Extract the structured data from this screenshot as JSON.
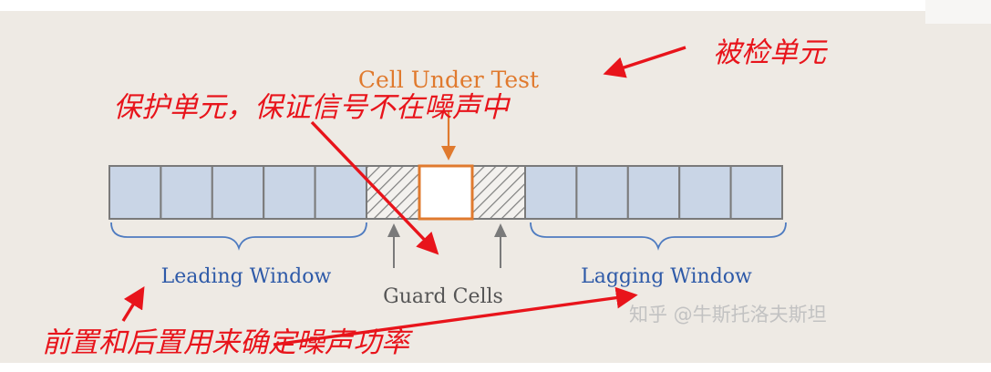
{
  "diagram": {
    "cut_label": "Cell Under Test",
    "leading_label": "Leading Window",
    "guard_label": "Guard Cells",
    "lagging_label": "Lagging Window",
    "watermark": "知乎 @牛斯托洛夫斯坦"
  },
  "annotations": {
    "cut": "被检单元",
    "guard": "保护单元，保证信号不在噪声中",
    "window": "前置和后置用来确定噪声功率"
  },
  "cells": {
    "leading_count": 5,
    "guard_each_side": 1,
    "lagging_count": 5
  },
  "colors": {
    "cell_fill": "#c9d5e6",
    "cell_stroke": "#7a7a7a",
    "cut_stroke": "#e07a2e",
    "window_label": "#2e5aa8",
    "brace": "#4e7bc0",
    "guard_label": "#555555",
    "guard_arrow": "#7a7a7a",
    "annotation_red": "#e8141b",
    "watermark": "#c2c2c2"
  }
}
